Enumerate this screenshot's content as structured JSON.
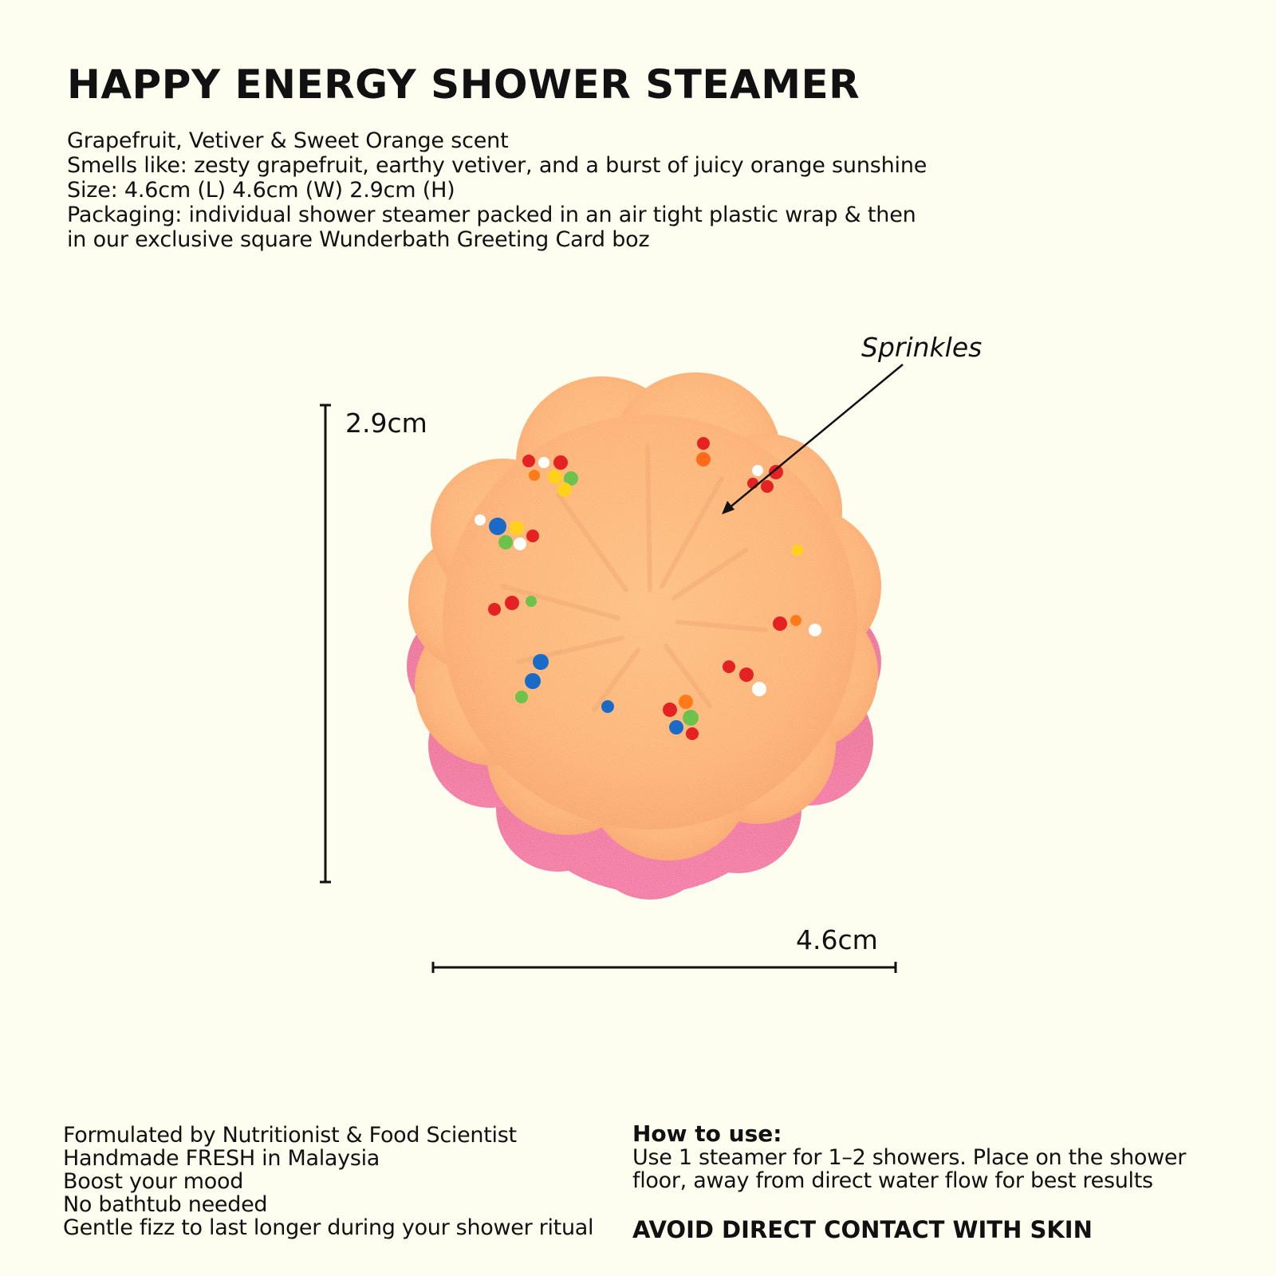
{
  "title": "HAPPY ENERGY SHOWER STEAMER",
  "details": [
    "Grapefruit, Vetiver & Sweet Orange scent",
    "Smells like: zesty grapefruit, earthy vetiver, and a burst of juicy orange sunshine",
    "Size: 4.6cm (L) 4.6cm (W) 2.9cm (H)",
    "Packaging: individual shower steamer packed in an air tight plastic wrap &   then",
    "in our exclusive square Wunderbath Greeting Card boz"
  ],
  "annotations": {
    "sprinkles": "Sprinkles",
    "height": "2.9cm",
    "width": "4.6cm"
  },
  "features": [
    "Formulated by Nutritionist & Food Scientist",
    "Handmade FRESH in Malaysia",
    "Boost your mood",
    "No bathtub needed",
    "Gentle fizz to last longer during your shower ritual"
  ],
  "how_to_use": {
    "heading": "How to use:",
    "lines": [
      "Use 1 steamer for 1–2 showers. Place on the shower",
      "floor, away from direct water flow for best results"
    ]
  },
  "warning": "AVOID DIRECT CONTACT WITH SKIN",
  "colors": {
    "background": "#fdfdf0",
    "steamer_top": "#fda24c",
    "steamer_base": "#ec3b8e",
    "text": "#111111"
  }
}
